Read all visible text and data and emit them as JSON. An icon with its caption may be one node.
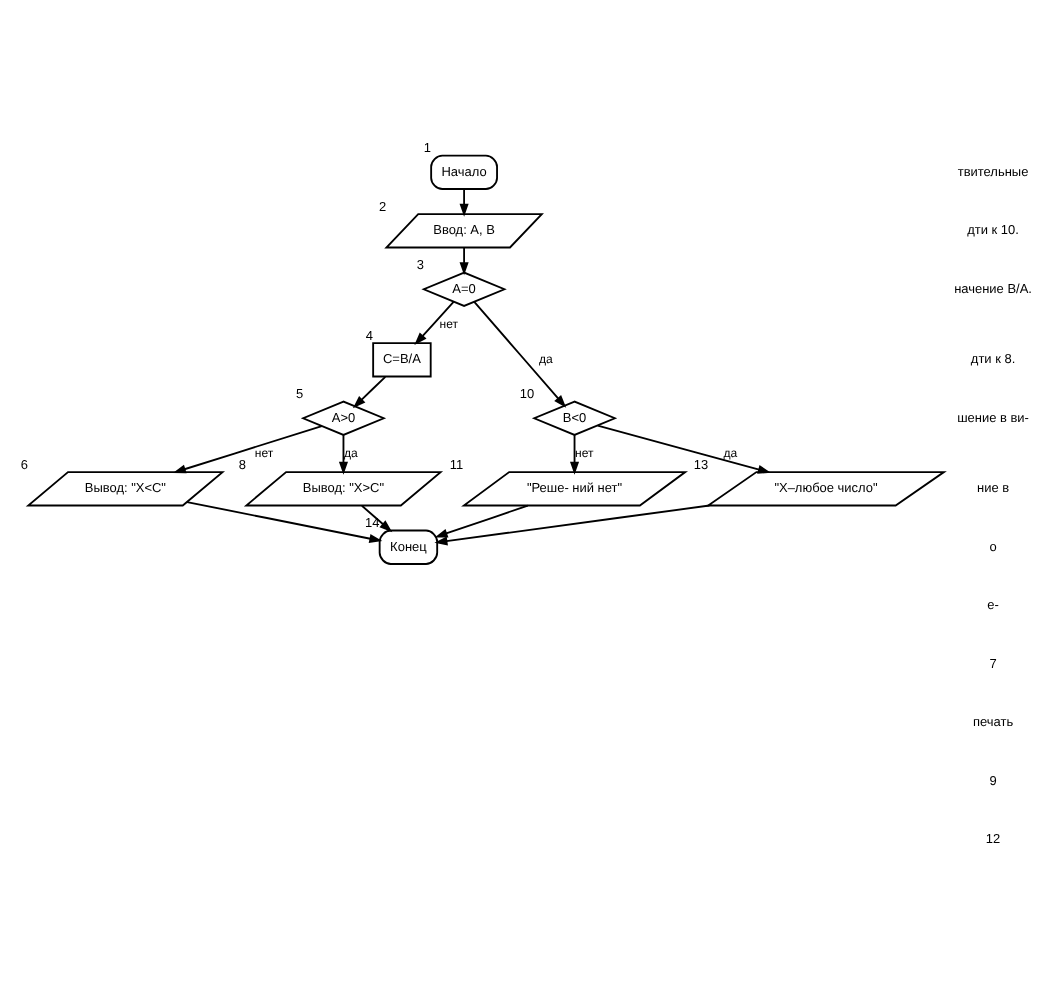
{
  "diagram": {
    "nodes": [
      {
        "text": [
          "Начало"
        ],
        "beside": [
          "1"
        ]
      },
      {
        "text": [
          "Ввод: A, B"
        ],
        "beside": [
          "2"
        ]
      },
      {
        "text": [
          "A=0"
        ],
        "beside": [
          "3"
        ]
      },
      {
        "text": [
          "C=B/A"
        ],
        "beside": [
          "4"
        ]
      },
      {
        "text": [
          "A>0"
        ],
        "beside": [
          "5"
        ]
      },
      {
        "text": [
          "B<0"
        ],
        "beside": [
          "10"
        ]
      },
      {
        "text": [
          "Вывод: \"X<C\""
        ],
        "beside": [
          "6"
        ]
      },
      {
        "text": [
          "Вывод: \"X>C\""
        ],
        "beside": [
          "8"
        ]
      },
      {
        "text": [
          "\"Реше- ний нет\""
        ],
        "beside": [
          "11"
        ]
      },
      {
        "text": [
          "\"X–любое число\""
        ],
        "beside": [
          "13"
        ]
      },
      {
        "text": [
          "Конец"
        ],
        "beside": [
          "14"
        ]
      }
    ],
    "edges": [
      {
        "from": 0,
        "to": 1,
        "arrow": "to"
      },
      {
        "from": 1,
        "to": 2,
        "arrow": "to"
      },
      {
        "from": 2,
        "to": 3,
        "arrow": "to",
        "label": "нет"
      },
      {
        "from": 2,
        "to": 5,
        "arrow": "to",
        "label": "да"
      },
      {
        "from": 3,
        "to": 4,
        "arrow": "to"
      },
      {
        "from": 4,
        "to": 6,
        "arrow": "to",
        "label": "нет"
      },
      {
        "from": 4,
        "to": 7,
        "arrow": "to",
        "label": "да"
      },
      {
        "from": 5,
        "to": 8,
        "arrow": "to",
        "label": "нет"
      },
      {
        "from": 5,
        "to": 9,
        "arrow": "to",
        "label": "да"
      },
      {
        "from": 6,
        "to": 10,
        "arrow": "to"
      },
      {
        "from": 7,
        "to": 10,
        "arrow": "to"
      },
      {
        "from": 8,
        "to": 10,
        "arrow": "to"
      },
      {
        "from": 9,
        "to": 10,
        "arrow": "to"
      }
    ],
    "labels": [
      "твительные",
      "дти к 10.",
      "начение B/A.",
      "дти к 8.",
      "шение в ви-",
      "ние в",
      "о",
      "е-",
      "7",
      "печать",
      "9",
      "12"
    ]
  }
}
